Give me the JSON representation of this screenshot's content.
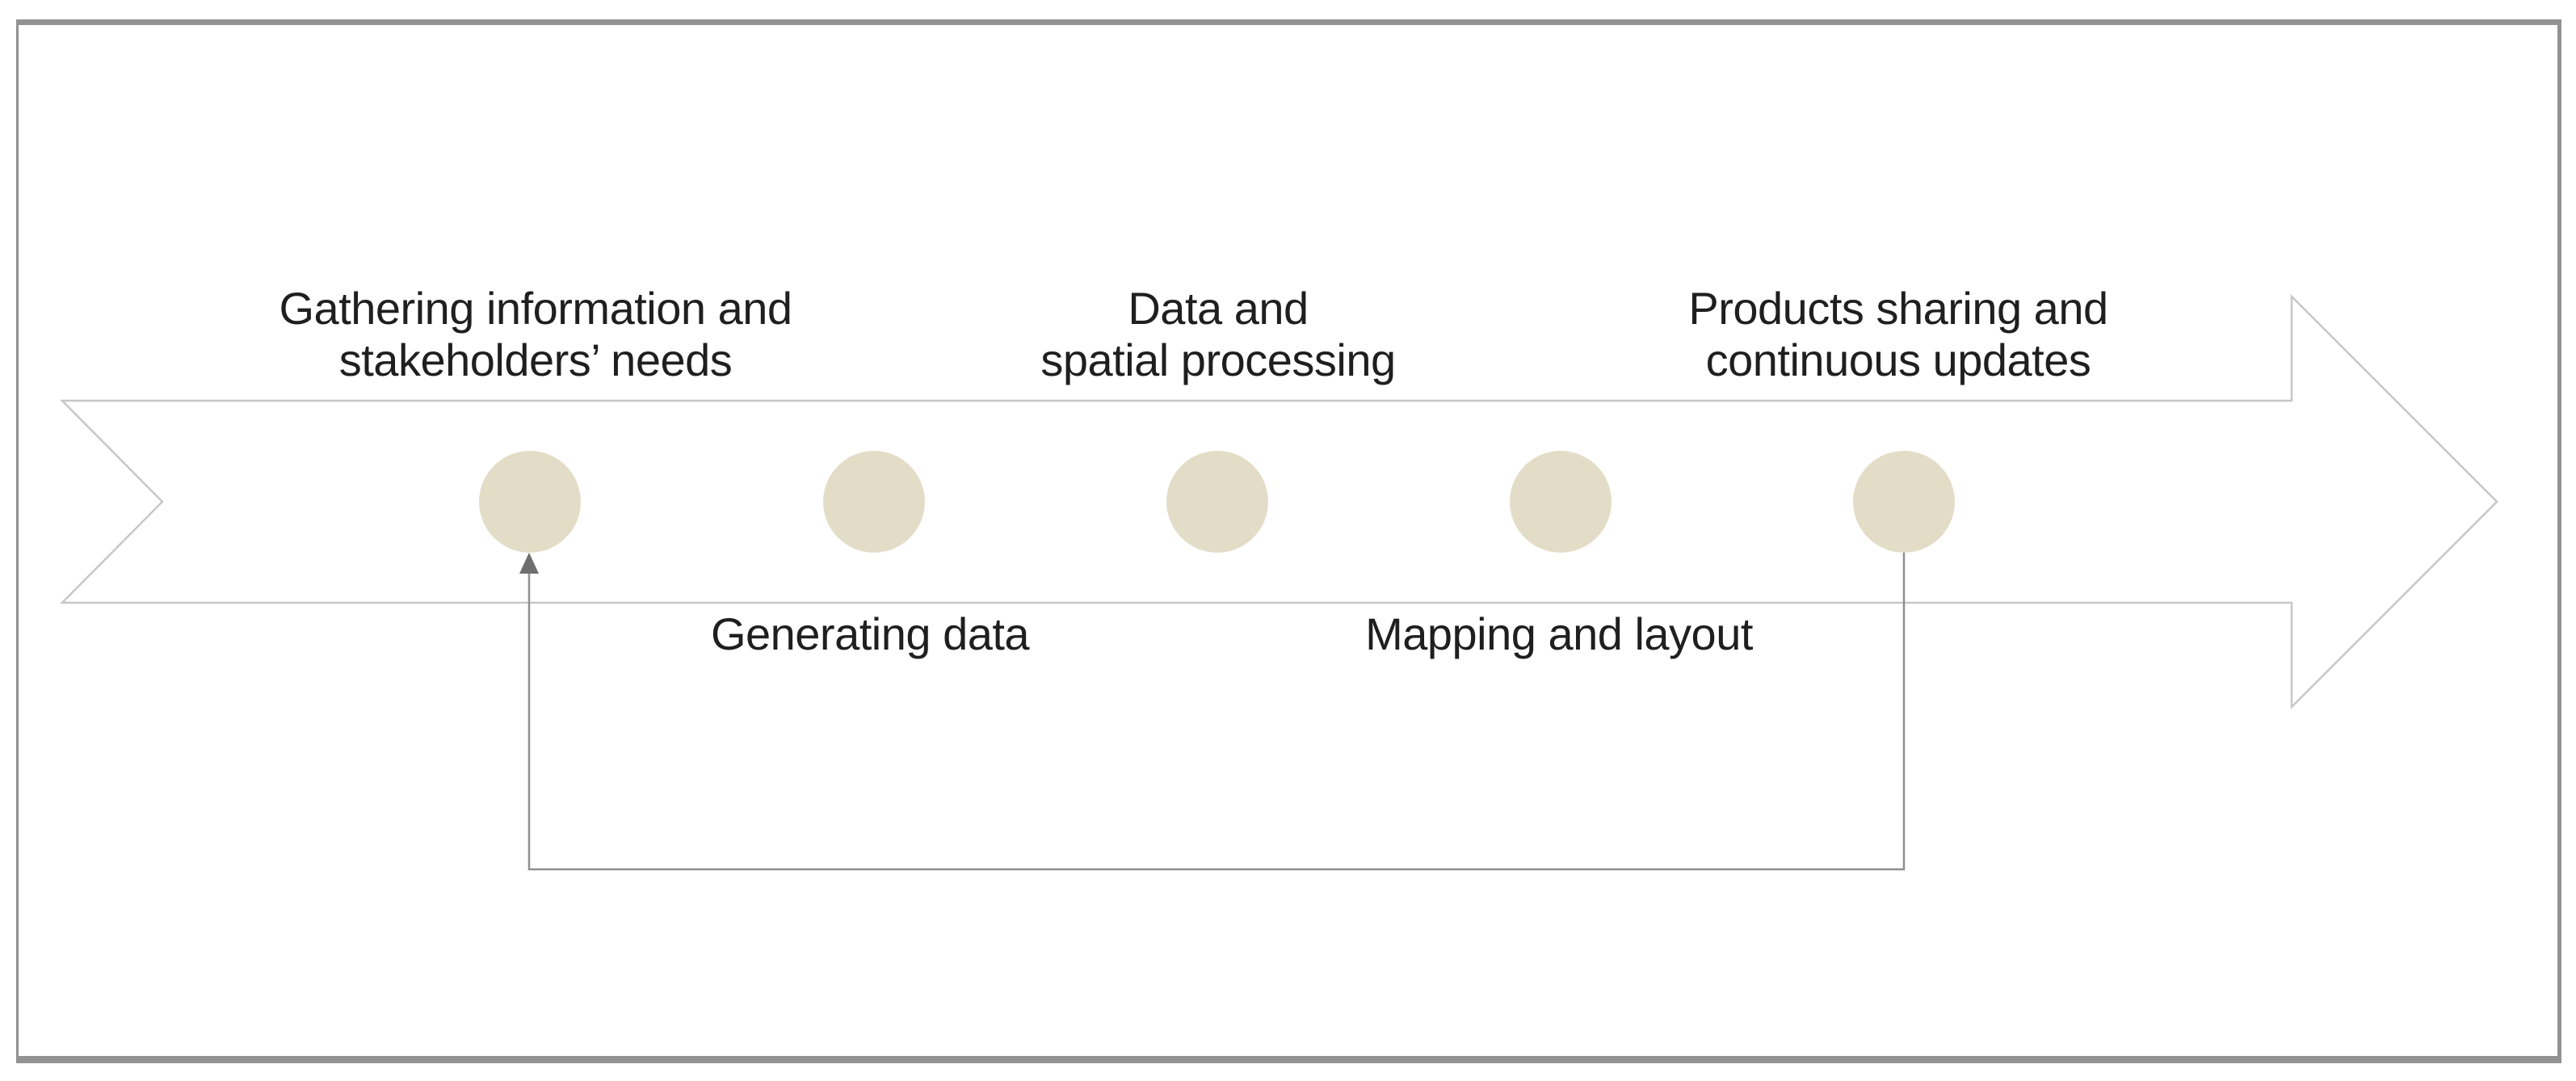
{
  "figure": {
    "description": "Left-to-right process arrow with five stage dots and a feedback loop returning from the last stage to the first",
    "direction": "left-to-right",
    "stage_count": 5
  },
  "stages": [
    {
      "lines": [
        "Gathering information and",
        "stakeholders’ needs"
      ],
      "label_position": "above"
    },
    {
      "lines": [
        "Generating data"
      ],
      "label_position": "below"
    },
    {
      "lines": [
        "Data and",
        "spatial processing"
      ],
      "label_position": "above"
    },
    {
      "lines": [
        "Mapping and layout"
      ],
      "label_position": "below"
    },
    {
      "lines": [
        "Products sharing and",
        "continuous updates"
      ],
      "label_position": "above"
    }
  ],
  "feedback_loop": {
    "from_stage": 5,
    "to_stage": 1,
    "arrowhead": "up"
  },
  "colors": {
    "background": "#ffffff",
    "frame_border": "#929292",
    "arrow_outline": "#c7c7c7",
    "arrow_fill": "#ffffff",
    "circle_fill": "#e3ddc8",
    "loop_line": "#8f8f8f",
    "loop_arrowhead": "#6e6e6e",
    "text": "#1f1f1f"
  }
}
